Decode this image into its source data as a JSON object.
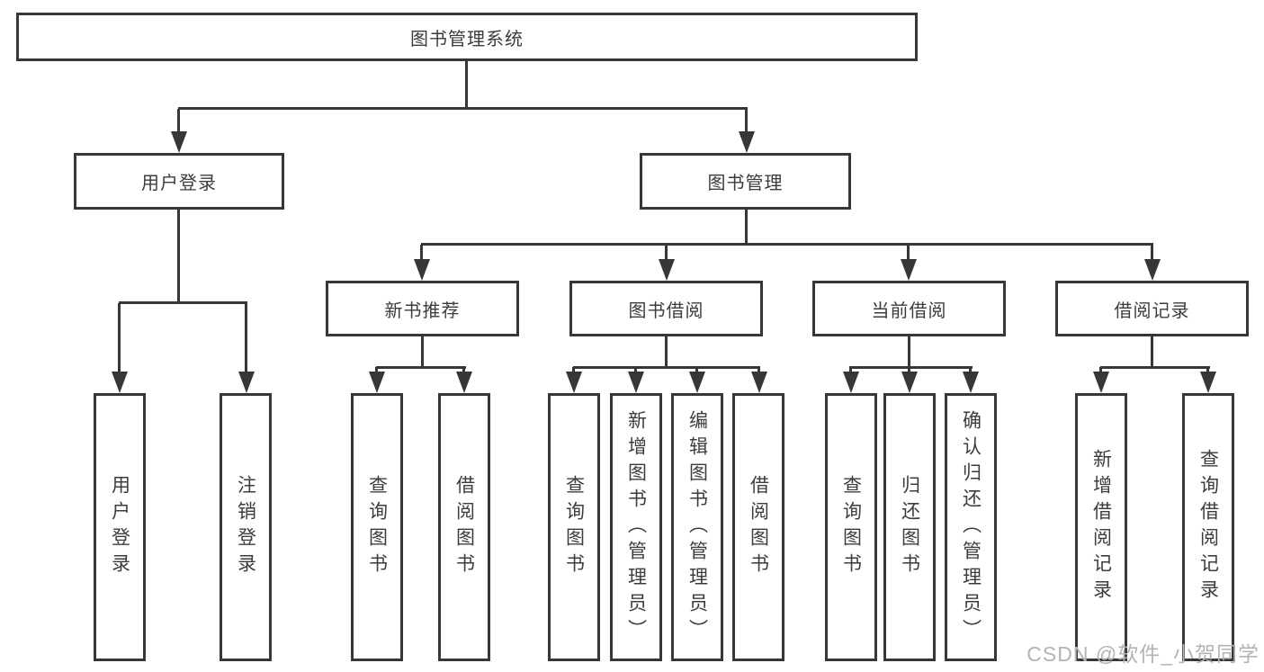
{
  "tree": {
    "label": "图书管理系统",
    "children": [
      {
        "label": "用户登录",
        "children": [
          {
            "label": "用户登录"
          },
          {
            "label": "注销登录"
          }
        ]
      },
      {
        "label": "图书管理",
        "children": [
          {
            "label": "新书推荐",
            "children": [
              {
                "label": "查询图书"
              },
              {
                "label": "借阅图书"
              }
            ]
          },
          {
            "label": "图书借阅",
            "children": [
              {
                "label": "查询图书"
              },
              {
                "label": "新增图书（管理员）"
              },
              {
                "label": "编辑图书（管理员）"
              },
              {
                "label": "借阅图书"
              }
            ]
          },
          {
            "label": "当前借阅",
            "children": [
              {
                "label": "查询图书"
              },
              {
                "label": "归还图书"
              },
              {
                "label": "确认归还（管理员）"
              }
            ]
          },
          {
            "label": "借阅记录",
            "children": [
              {
                "label": "新增借阅记录"
              },
              {
                "label": "查询借阅记录"
              }
            ]
          }
        ]
      }
    ]
  },
  "watermark": "CSDN @软件_小贺同学",
  "colors": {
    "line": "#373737",
    "text": "#3c3c3c",
    "watermark": "#b3b3b3",
    "background": "#ffffff"
  }
}
